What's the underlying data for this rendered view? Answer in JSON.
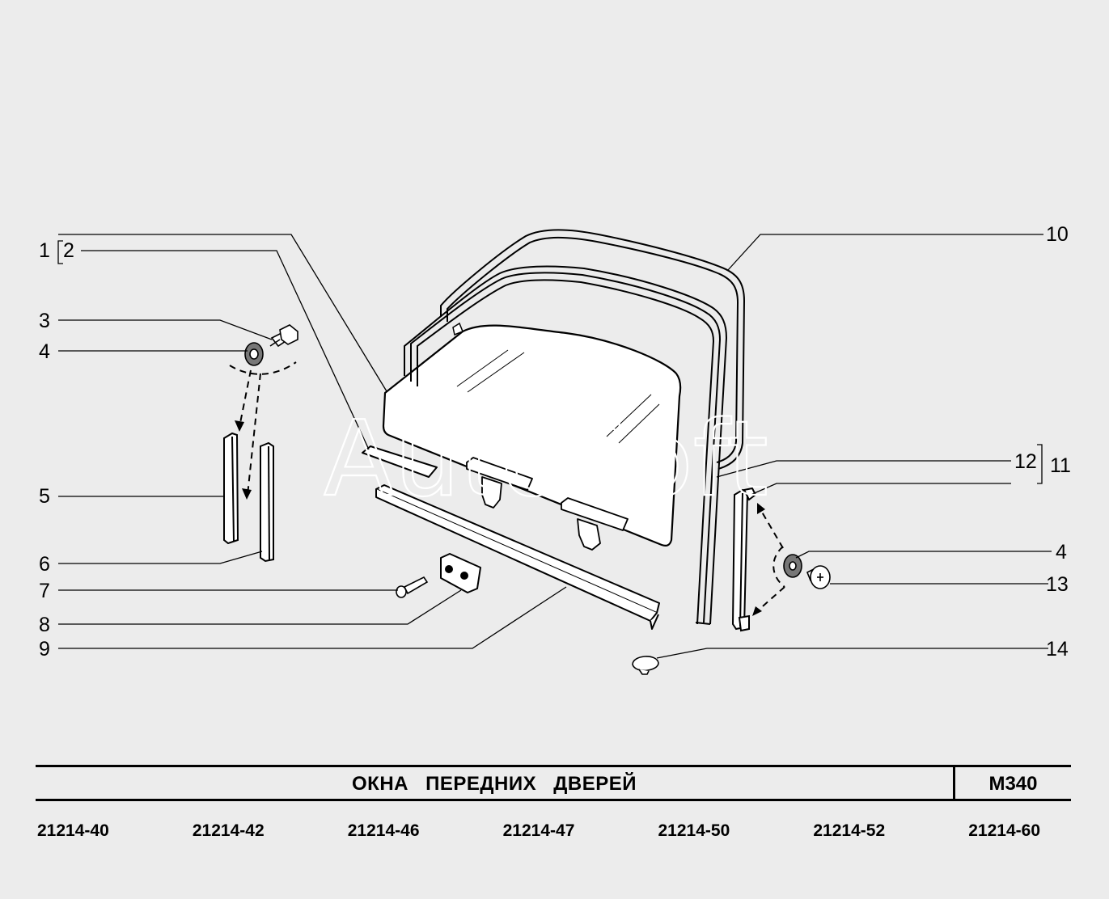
{
  "watermark": "AutoSoft",
  "title": "ОКНА   ПЕРЕДНИХ   ДВЕРЕЙ",
  "code": "M340",
  "models": [
    "21214-40",
    "21214-42",
    "21214-46",
    "21214-47",
    "21214-50",
    "21214-52",
    "21214-60"
  ],
  "callouts": {
    "c1": "1",
    "c2": "2",
    "c3": "3",
    "c4a": "4",
    "c5": "5",
    "c6": "6",
    "c7": "7",
    "c8": "8",
    "c9": "9",
    "c10": "10",
    "c11": "11",
    "c12": "12",
    "c4b": "4",
    "c13": "13",
    "c14": "14"
  }
}
